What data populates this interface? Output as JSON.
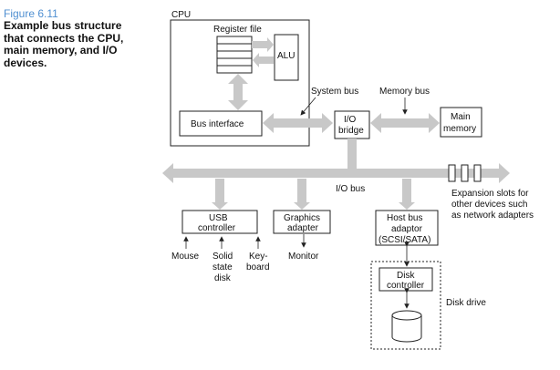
{
  "caption": {
    "figure_number": "Figure 6.11",
    "lines": [
      "Example bus structure",
      "that connects the CPU,",
      "main memory, and I/O",
      "devices."
    ]
  },
  "labels": {
    "cpu": "CPU",
    "register_file": "Register file",
    "alu": "ALU",
    "system_bus": "System bus",
    "memory_bus": "Memory bus",
    "bus_interface": "Bus interface",
    "io_bridge": [
      "I/O",
      "bridge"
    ],
    "main_memory": [
      "Main",
      "memory"
    ],
    "io_bus": "I/O bus",
    "expansion_slots": [
      "Expansion slots for",
      "other devices such",
      "as network adapters"
    ],
    "usb_controller": [
      "USB",
      "controller"
    ],
    "graphics_adapter": [
      "Graphics",
      "adapter"
    ],
    "host_bus_adaptor": [
      "Host bus",
      "adaptor",
      "(SCSI/SATA)"
    ],
    "mouse": "Mouse",
    "solid_state_disk": [
      "Solid",
      "state",
      "disk"
    ],
    "keyboard": [
      "Key-",
      "board"
    ],
    "monitor": "Monitor",
    "disk_controller": [
      "Disk",
      "controller"
    ],
    "disk_drive": "Disk drive"
  },
  "colors": {
    "bus": "#c8c8c8",
    "line": "#222222",
    "caption_accent": "#4f8fd1"
  }
}
